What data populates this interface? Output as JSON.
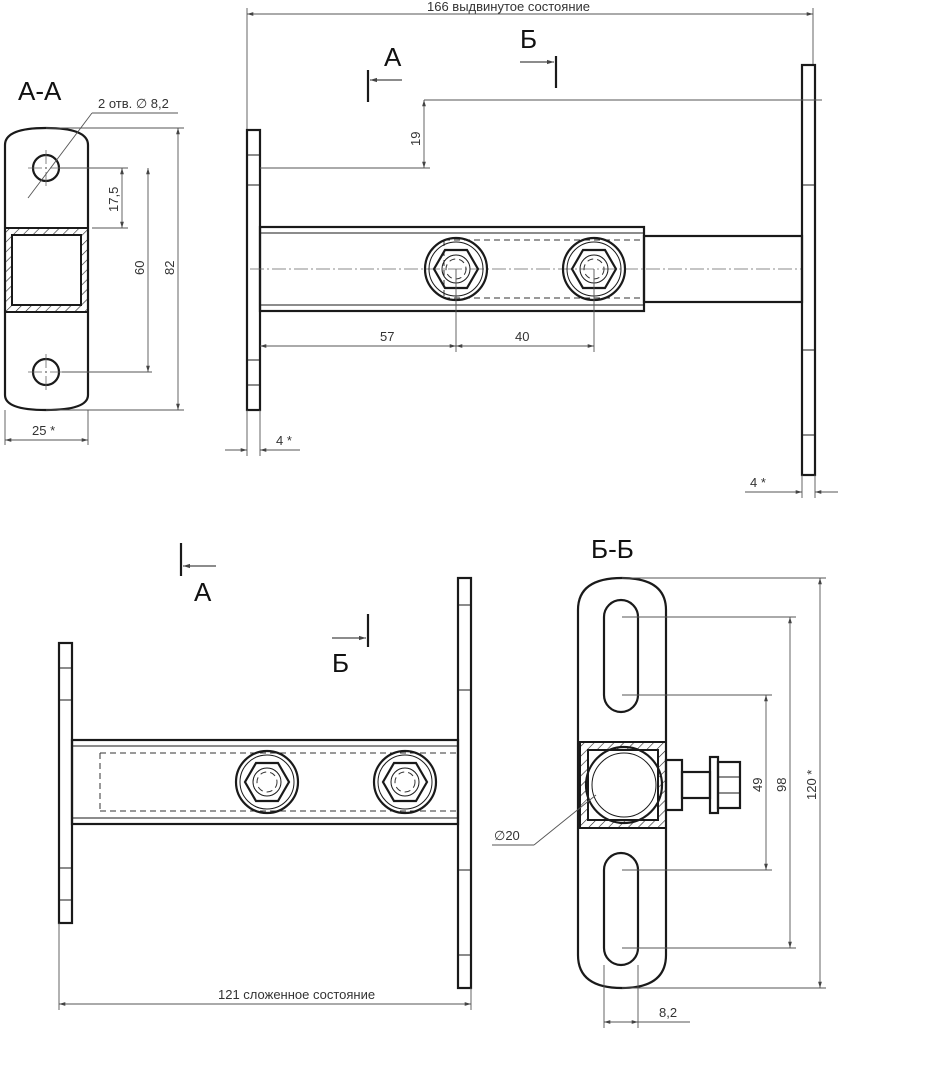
{
  "section_titles": {
    "aa": "А-А",
    "bb": "Б-Б"
  },
  "cut_marks": {
    "a": "А",
    "b": "Б"
  },
  "dimensions": {
    "extended": "166 выдвинутое состояние",
    "holes": "2 отв. ∅ 8,2",
    "d19": "19",
    "d17_5": "17,5",
    "d60": "60",
    "d82": "82",
    "d25": "25 *",
    "d57": "57",
    "d40": "40",
    "d4_left": "4 *",
    "d4_right": "4 *",
    "folded": "121 сложенное состояние",
    "d49": "49",
    "d98": "98",
    "d120": "120 *",
    "d8_2": "8,2",
    "phi20": "∅20"
  }
}
